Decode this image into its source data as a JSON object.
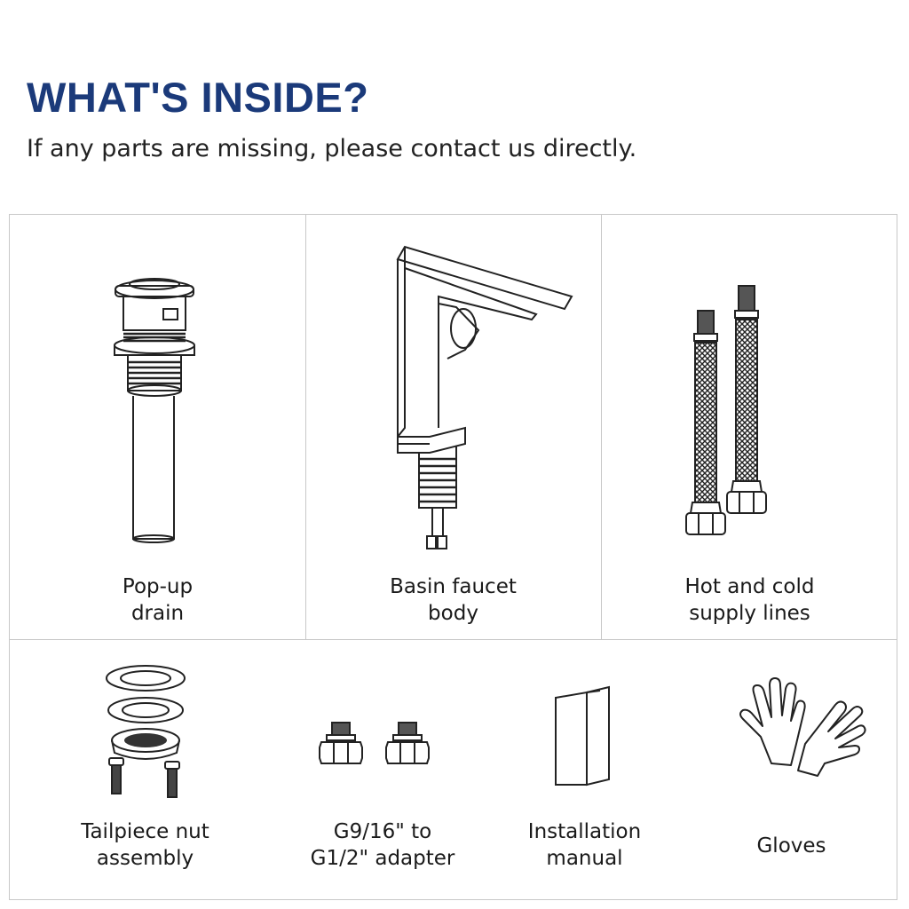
{
  "header": {
    "title": "WHAT'S INSIDE?",
    "subtitle": "If any parts are missing, please contact us directly."
  },
  "items": [
    {
      "icon": "pop-up-drain-icon",
      "line1": "Pop-up",
      "line2": "drain"
    },
    {
      "icon": "basin-faucet-icon",
      "line1": "Basin faucet",
      "line2": "body"
    },
    {
      "icon": "supply-lines-icon",
      "line1": "Hot and cold",
      "line2": "supply lines"
    },
    {
      "icon": "tailpiece-nut-icon",
      "line1": "Tailpiece nut",
      "line2": "assembly"
    },
    {
      "icon": "adapter-icon",
      "line1": "G9/16\" to",
      "line2": "G1/2\" adapter"
    },
    {
      "icon": "manual-icon",
      "line1": "Installation",
      "line2": "manual"
    },
    {
      "icon": "gloves-icon",
      "line1": "Gloves",
      "line2": ""
    }
  ],
  "colors": {
    "title": "#1b3a7a",
    "border": "#c8c8c8"
  }
}
